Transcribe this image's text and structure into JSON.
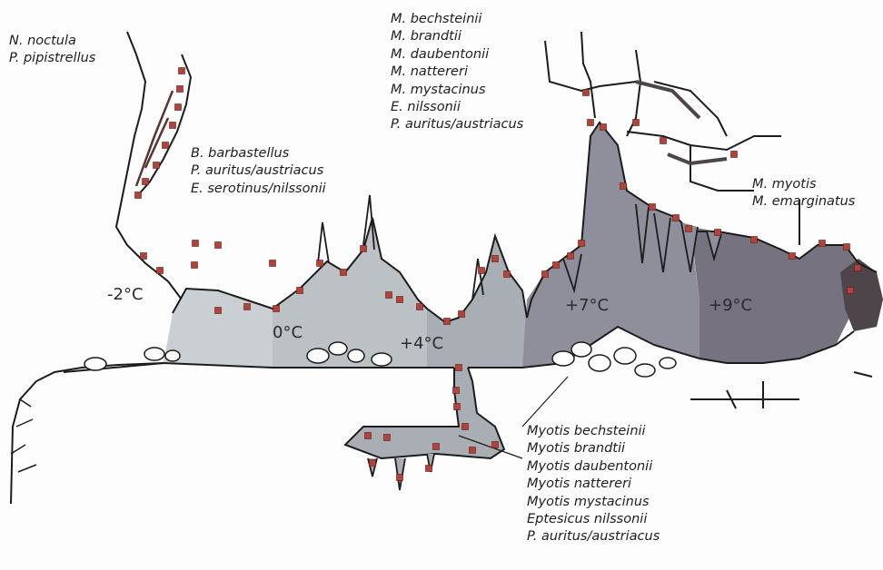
{
  "groups": {
    "outer": [
      "N. noctula",
      "P. pipistrellus"
    ],
    "entrance": [
      "B. barbastellus",
      "P. auritus/austriacus",
      "E. serotinus/nilssonii"
    ],
    "upper_shaft": [
      "M. bechsteinii",
      "M. brandtii",
      "M. daubentonii",
      "M. nattereri",
      "M. mystacinus",
      "E. nilssonii",
      "P. auritus/austriacus"
    ],
    "deep": [
      "M. myotis",
      "M. emarginatus"
    ],
    "lower_pit": [
      "Myotis bechsteinii",
      "Myotis brandtii",
      "Myotis daubentonii",
      "Myotis nattereri",
      "Myotis mystacinus",
      "Eptesicus nilssonii",
      "P. auritus/austriacus"
    ]
  },
  "temperatures": {
    "t1": "-2°C",
    "t2": "0°C",
    "t3": "+4°C",
    "t4": "+7°C",
    "t5": "+9°C"
  },
  "colors": {
    "zone_cold": "#c9cfd2",
    "zone_0": "#bcc1c5",
    "zone_4": "#a9aeb4",
    "zone_7": "#8e8f9a",
    "zone_9": "#77727f",
    "zone_deep": "#4d4549",
    "bat_marker": "#b2433a",
    "outline": "#1c1c1c"
  }
}
